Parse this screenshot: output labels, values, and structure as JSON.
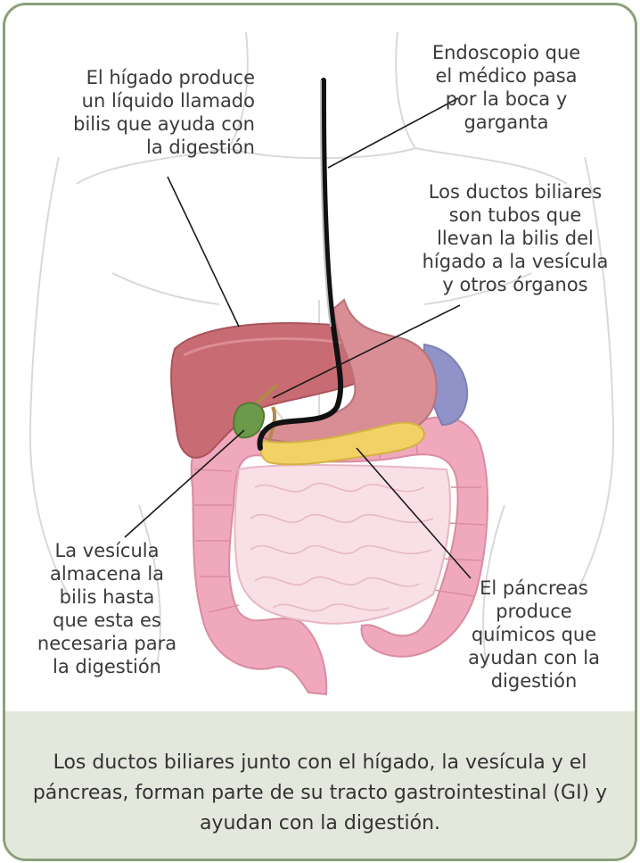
{
  "labels": {
    "liver": "El hígado produce\nun líquido llamado\nbilis que ayuda con\nla digestión",
    "endoscope": "Endoscopio que\nel médico pasa\npor la boca y\ngarganta",
    "bile_ducts": "Los ductos biliares\nson tubos que\nllevan la bilis del\nhígado a la vesícula\ny otros órganos",
    "gallbladder": "La vesícula\nalmacena la\nbilis hasta\nque esta es\nnecesaria para\nla digestión",
    "pancreas": "El páncreas\nproduce\nquímicos que\nayudan con la\ndigestión"
  },
  "caption": "Los ductos biliares junto con el hígado, la vesícula y el páncreas, forman parte de su tracto gastrointestinal (GI) y ayudan con la digestión.",
  "colors": {
    "frame_border": "#8aa07a",
    "caption_bg": "#e4e8dc",
    "liver": "#c96b73",
    "stomach": "#d98d95",
    "spleen": "#8f93c7",
    "pancreas": "#f2d266",
    "gallbladder": "#6a9a4a",
    "intestine": "#f0a8bd",
    "endoscope": "#111111"
  }
}
